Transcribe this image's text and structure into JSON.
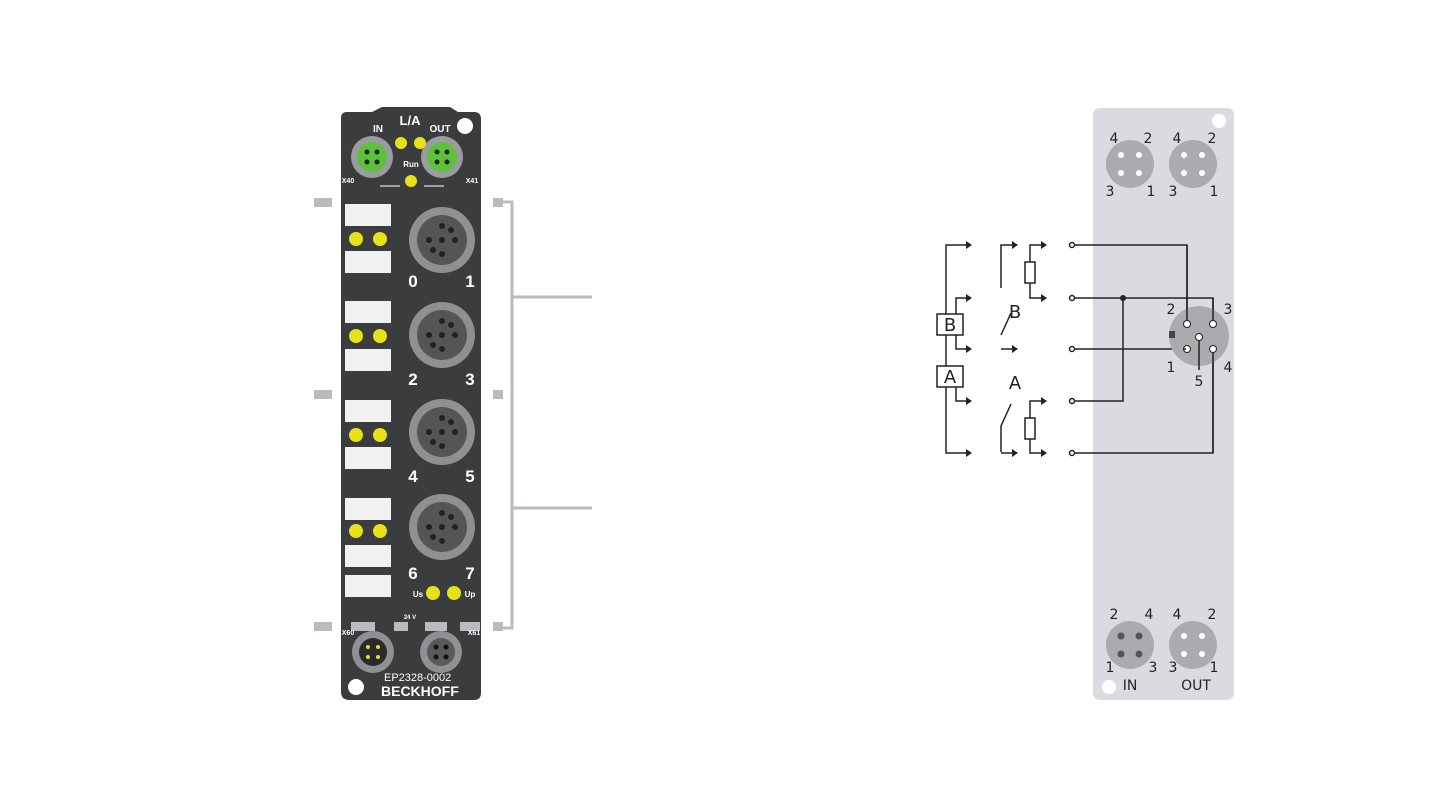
{
  "device": {
    "model": "EP2328-0002",
    "brand": "BECKHOFF",
    "labels": {
      "in": "IN",
      "out": "OUT",
      "la": "L/A",
      "run": "Run",
      "x40": "X40",
      "x41": "X41",
      "x60": "X60",
      "x61": "X61",
      "v24": "24 V",
      "us": "Us",
      "up": "Up"
    },
    "channels": [
      "0",
      "1",
      "2",
      "3",
      "4",
      "5",
      "6",
      "7"
    ],
    "colors": {
      "body": "#3b3c3e",
      "led": "#e5e21a",
      "port_green": "#5dc13b",
      "marker": "#b8bbc0"
    }
  },
  "schematic": {
    "relay_labels": {
      "b": "B",
      "a": "A"
    },
    "pins": [
      "1",
      "2",
      "3",
      "4",
      "5"
    ],
    "top_left_pins": [
      "4",
      "2",
      "3",
      "1"
    ],
    "top_right_pins": [
      "4",
      "2",
      "3",
      "1"
    ],
    "bottom_left_pins": [
      "2",
      "4",
      "1",
      "3"
    ],
    "bottom_right_pins": [
      "4",
      "2",
      "3",
      "1"
    ],
    "in_label": "IN",
    "out_label": "OUT",
    "colors": {
      "panel": "#d9dbe0",
      "connector": "#a9abae"
    }
  }
}
